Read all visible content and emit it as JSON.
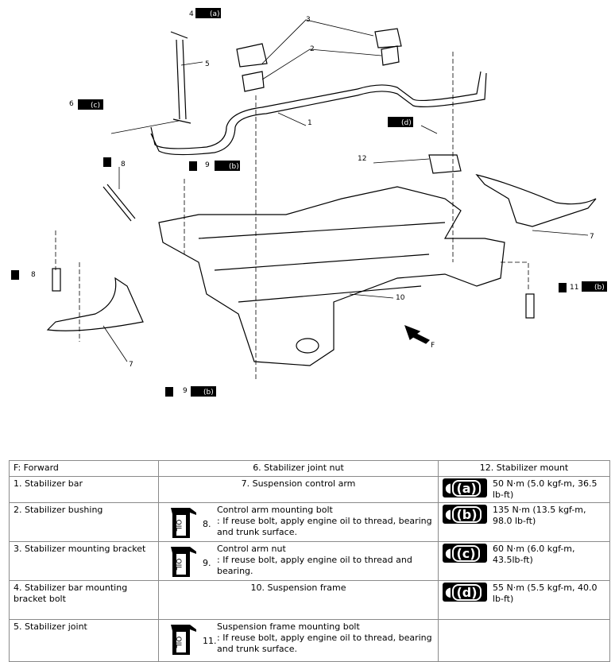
{
  "diagram": {
    "callouts": {
      "n1": "1",
      "n2": "2",
      "n3": "3",
      "n4": "4",
      "n5": "5",
      "n6": "6",
      "n7a": "7",
      "n7b": "7",
      "n8a": "8",
      "n8b": "8",
      "n9a": "9",
      "n9b": "9",
      "n10": "10",
      "n11": "11",
      "n12": "12",
      "forward": "F"
    },
    "torque_tags": {
      "a": "(a)",
      "b1": "(b)",
      "b2": "(b)",
      "b3": "(b)",
      "c": "(c)",
      "d": "(d)"
    }
  },
  "legend": {
    "rows": [
      [
        "F: Forward",
        "6. Stabilizer joint nut",
        "12. Stabilizer mount"
      ],
      [
        "1. Stabilizer bar",
        "7. Suspension control arm",
        ""
      ],
      [
        "2. Stabilizer bushing",
        "",
        ""
      ],
      [
        "3. Stabilizer mounting bracket",
        "",
        ""
      ],
      [
        "4. Stabilizer bar mounting bracket bolt",
        "10. Suspension frame",
        ""
      ],
      [
        "5. Stabilizer joint",
        "",
        ""
      ]
    ],
    "oil_items": [
      {
        "num": "8.",
        "title": "Control arm mounting bolt",
        "note": ": If reuse bolt, apply engine oil to thread, bearing and trunk surface."
      },
      {
        "num": "9.",
        "title": "Control arm nut",
        "note": ": If reuse bolt, apply engine oil to thread and bearing."
      },
      {
        "num": "11.",
        "title": "Suspension frame mounting bolt",
        "note": ": If reuse bolt, apply engine oil to thread, bearing and trunk surface."
      }
    ],
    "torques": [
      {
        "letter": "(a)",
        "value": "50 N·m (5.0 kgf-m, 36.5 lb-ft)"
      },
      {
        "letter": "(b)",
        "value": "135 N·m (13.5 kgf-m, 98.0 lb-ft)"
      },
      {
        "letter": "(c)",
        "value": "60 N·m (6.0 kgf-m, 43.5lb-ft)"
      },
      {
        "letter": "(d)",
        "value": "55 N·m (5.5 kgf-m, 40.0 lb-ft)"
      }
    ],
    "oil_icon_label": "OIL",
    "wrench_glyph": "◖"
  }
}
